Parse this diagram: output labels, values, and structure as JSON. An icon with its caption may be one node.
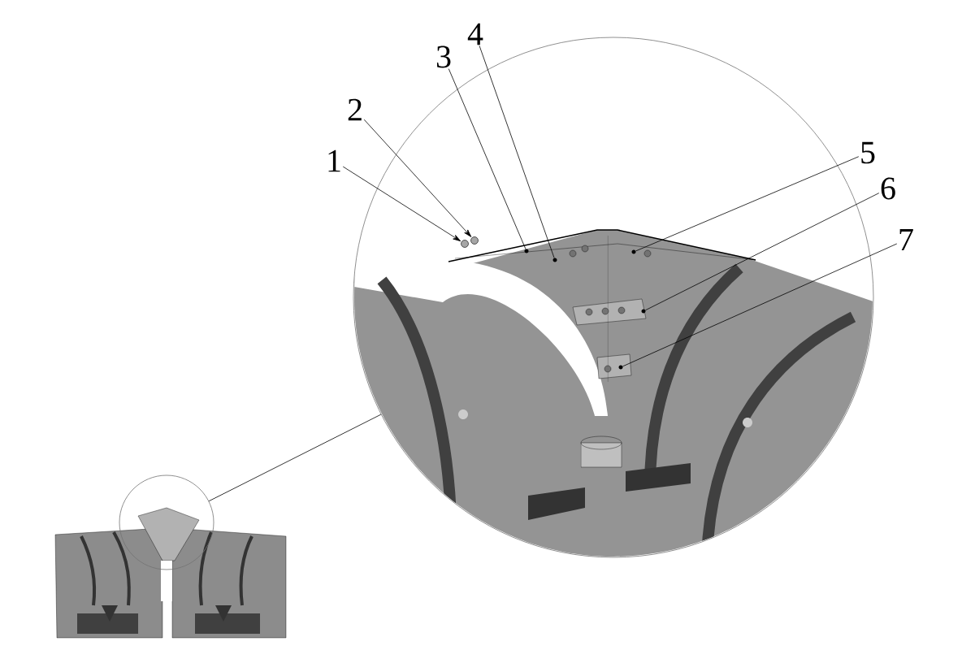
{
  "diagram": {
    "nodes": [
      {
        "text": [
          "1"
        ]
      },
      {
        "text": [
          "2"
        ]
      },
      {
        "text": [
          "3"
        ]
      },
      {
        "text": [
          "4"
        ]
      },
      {
        "text": [
          "5"
        ]
      },
      {
        "text": [
          "6"
        ]
      },
      {
        "text": [
          "7"
        ]
      },
      {
        "text": [],
        "shape": "circle"
      },
      {
        "text": [],
        "shape": "circle"
      },
      {
        "text": [],
        "shape": "circle",
        "in": 8
      },
      {
        "text": [],
        "shape": "circle",
        "in": 8
      },
      {
        "text": [],
        "shape": "dot",
        "in": 8
      },
      {
        "text": [],
        "shape": "dot",
        "in": 8
      },
      {
        "text": [],
        "shape": "dot",
        "in": 8
      },
      {
        "text": [],
        "shape": "dot",
        "in": 8
      },
      {
        "text": [],
        "shape": "dot",
        "in": 8
      }
    ],
    "edges": [
      {
        "from": 0,
        "to": 9,
        "arrow": "to"
      },
      {
        "from": 1,
        "to": 10,
        "arrow": "to"
      },
      {
        "from": 2,
        "to": 11,
        "arrow": "none"
      },
      {
        "from": 3,
        "to": 12,
        "arrow": "none"
      },
      {
        "from": 4,
        "to": 13,
        "arrow": "none"
      },
      {
        "from": 5,
        "to": 14,
        "arrow": "none"
      },
      {
        "from": 6,
        "to": 15,
        "arrow": "none"
      },
      {
        "from": 7,
        "to": 8,
        "arrow": "none"
      }
    ]
  }
}
